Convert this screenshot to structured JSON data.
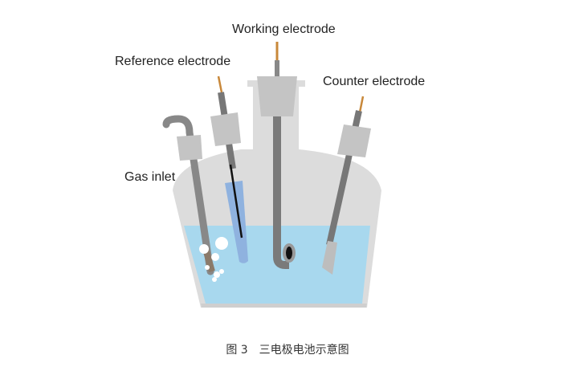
{
  "labels": {
    "working": "Working electrode",
    "reference": "Reference electrode",
    "counter": "Counter electrode",
    "gas_inlet": "Gas inlet"
  },
  "caption": "图 3　三电极电池示意图",
  "colors": {
    "glass": "#dcdcdc",
    "electrolyte": "#a8d8ee",
    "stopper": "#c8c8c8",
    "rod": "#7a7a7a",
    "wire": "#c8883a"
  }
}
